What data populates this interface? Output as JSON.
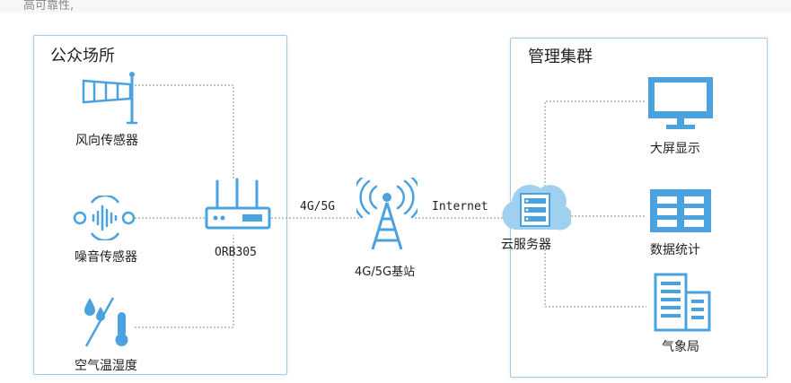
{
  "header": {
    "partial_text": "高可靠性,"
  },
  "left_panel": {
    "title": "公众场所",
    "sensors": [
      {
        "label": "风向传感器",
        "icon": "windsock-icon"
      },
      {
        "label": "噪音传感器",
        "icon": "sound-wave-icon"
      },
      {
        "label": "空气温湿度",
        "icon": "humidity-temperature-icon"
      }
    ]
  },
  "router": {
    "label": "ORB305",
    "icon": "router-icon"
  },
  "link_4g": {
    "label": "4G/5G"
  },
  "tower": {
    "label": "4G/5G基站",
    "icon": "cell-tower-icon"
  },
  "link_internet": {
    "label": "Internet"
  },
  "cloud": {
    "label": "云服务器",
    "icon": "cloud-server-icon"
  },
  "right_panel": {
    "title": "管理集群",
    "outputs": [
      {
        "label": "大屏显示",
        "icon": "monitor-icon"
      },
      {
        "label": "数据统计",
        "icon": "data-table-icon"
      },
      {
        "label": "气象局",
        "icon": "building-icon"
      }
    ]
  },
  "colors": {
    "accent": "#4aa3df",
    "accent_light": "#9fd0f0",
    "panel_border": "#a9c8e2",
    "connector": "#888888"
  }
}
